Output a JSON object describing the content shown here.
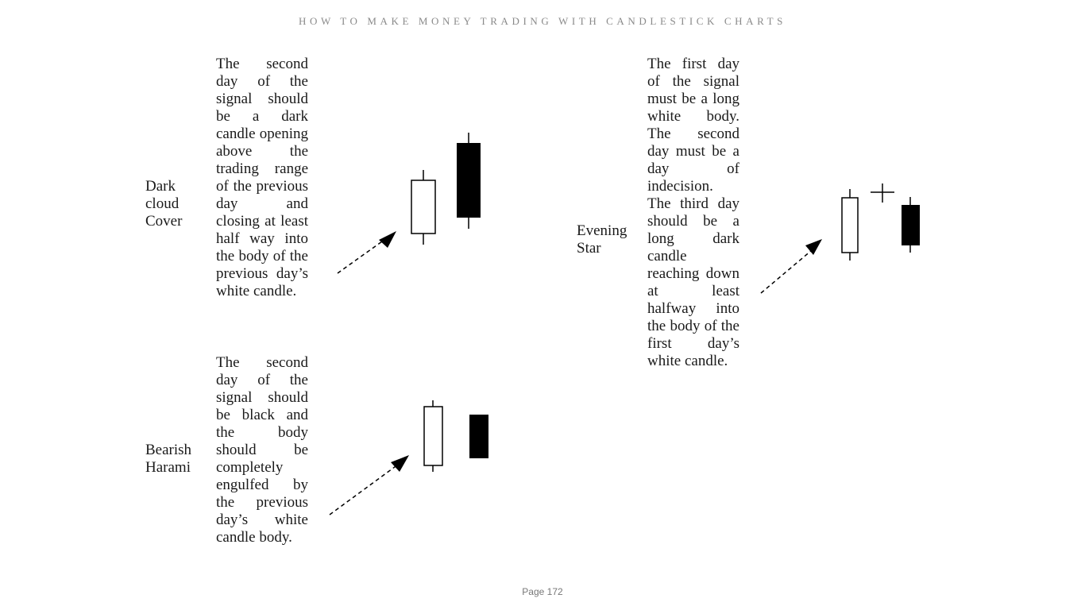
{
  "header": {
    "title": "HOW TO MAKE MONEY TRADING WITH CANDLESTICK CHARTS"
  },
  "patterns": [
    {
      "name": "Dark cloud Cover",
      "name_lines": [
        "Dark",
        "cloud",
        "Cover"
      ],
      "description": "The second day of the signal should be a dark candle opening above the trading range of the previous day and closing at least half way into the body of the previous day’s white candle."
    },
    {
      "name": "Bearish Harami",
      "name_lines": [
        "Bearish",
        "Harami"
      ],
      "description": "The second day of the signal should be black and the body should be completely engulfed by the previous day’s white candle body."
    },
    {
      "name": "Evening Star",
      "name_lines": [
        "Evening",
        "Star"
      ],
      "description": "The first day of the signal must be a long white body. The second day must be a day of indecision. The third day should be a long dark candle reaching down at least halfway into the body of the first day’s white candle."
    }
  ],
  "footer": {
    "page_label": "Page 172"
  }
}
